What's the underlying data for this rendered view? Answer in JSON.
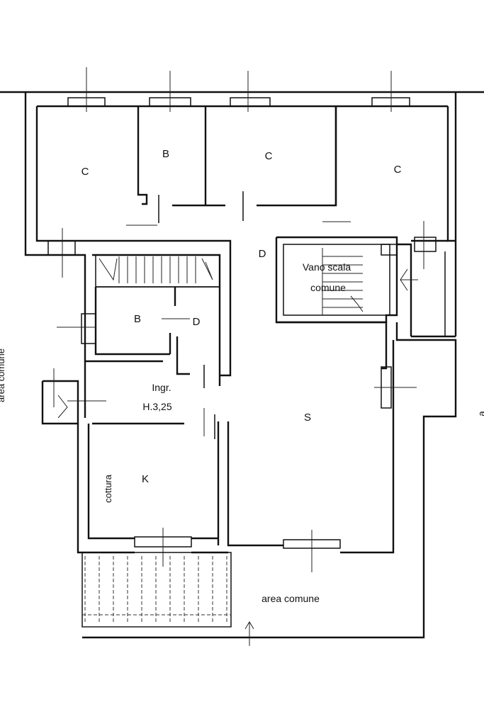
{
  "labels": {
    "room_c_left": "C",
    "room_b_top": "B",
    "room_c_center": "C",
    "room_c_right": "C",
    "room_d_center": "D",
    "stair_title": "Vano scala",
    "stair_sub": "comune",
    "room_b_mid": "B",
    "room_d_mid": "D",
    "entry_name": "Ingr.",
    "entry_height": "H.3,25",
    "room_s": "S",
    "room_k": "K",
    "cooking": "cottura",
    "common_area": "area comune",
    "left_edge_text": "area comune",
    "right_edge_text": "a"
  }
}
